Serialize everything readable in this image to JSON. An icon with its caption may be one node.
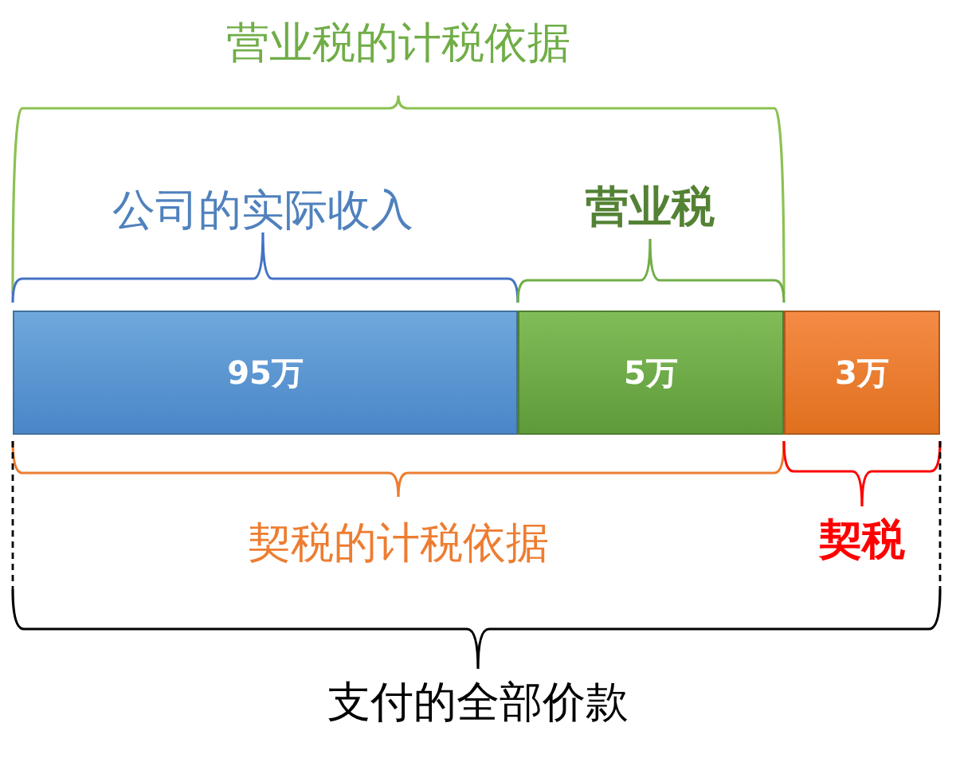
{
  "diagram": {
    "nodes": [
      {
        "text": [
          "95万"
        ]
      },
      {
        "text": [
          "5万"
        ]
      },
      {
        "text": [
          "3万"
        ]
      }
    ],
    "labels": [
      "营业税的计税依据",
      "公司的实际收入",
      "营业税",
      "契税的计税依据",
      "契税",
      "支付的全部价款"
    ]
  }
}
